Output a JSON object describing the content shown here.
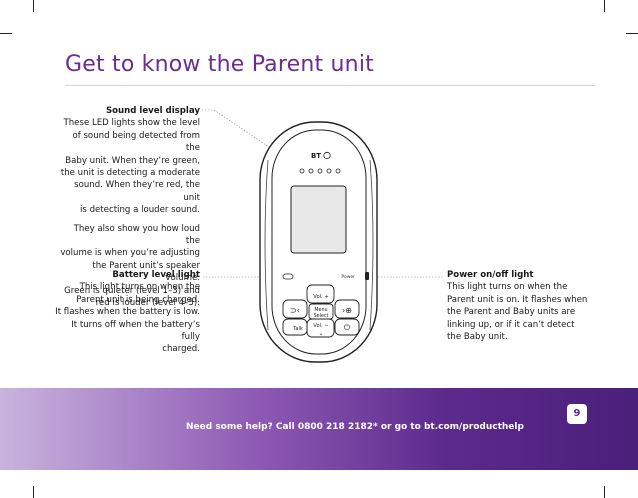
{
  "page": {
    "title": "Get to know the Parent unit",
    "page_number": "9"
  },
  "callouts": {
    "sound_level": {
      "heading": "Sound level display",
      "para1": [
        "These LED lights show the level",
        "of sound being detected from the",
        "Baby unit. When they’re green,",
        "the unit is detecting a moderate",
        "sound. When they’re red, the unit",
        "is detecting a louder sound."
      ],
      "para2": [
        "They also show you how loud the",
        "volume is when you’re adjusting",
        "the Parent unit’s speaker volume.",
        "Green is quieter (level 1–3) and",
        "red is louder (level 4–5)."
      ]
    },
    "battery": {
      "heading": "Battery level light",
      "lines": [
        "This light turns on when the",
        "Parent unit is being charged.",
        "It flashes when the battery is low.",
        "It turns off when the battery’s fully",
        "charged."
      ]
    },
    "power": {
      "heading": "Power on/off light",
      "lines": [
        "This light turns on when the",
        "Parent unit is on. It flashes when",
        "the Parent and Baby units are",
        "linking up, or if it can’t detect",
        "the Baby unit."
      ]
    }
  },
  "device": {
    "brand": "BT",
    "power_label": "Power",
    "vol_up": "Vol. +",
    "menu": "Menu",
    "select": "Select",
    "vol_down": "Vol. −",
    "talk": "Talk"
  },
  "footer": {
    "help_text": "Need some help? Call 0800 218 2182* or go to bt.com/producthelp"
  }
}
